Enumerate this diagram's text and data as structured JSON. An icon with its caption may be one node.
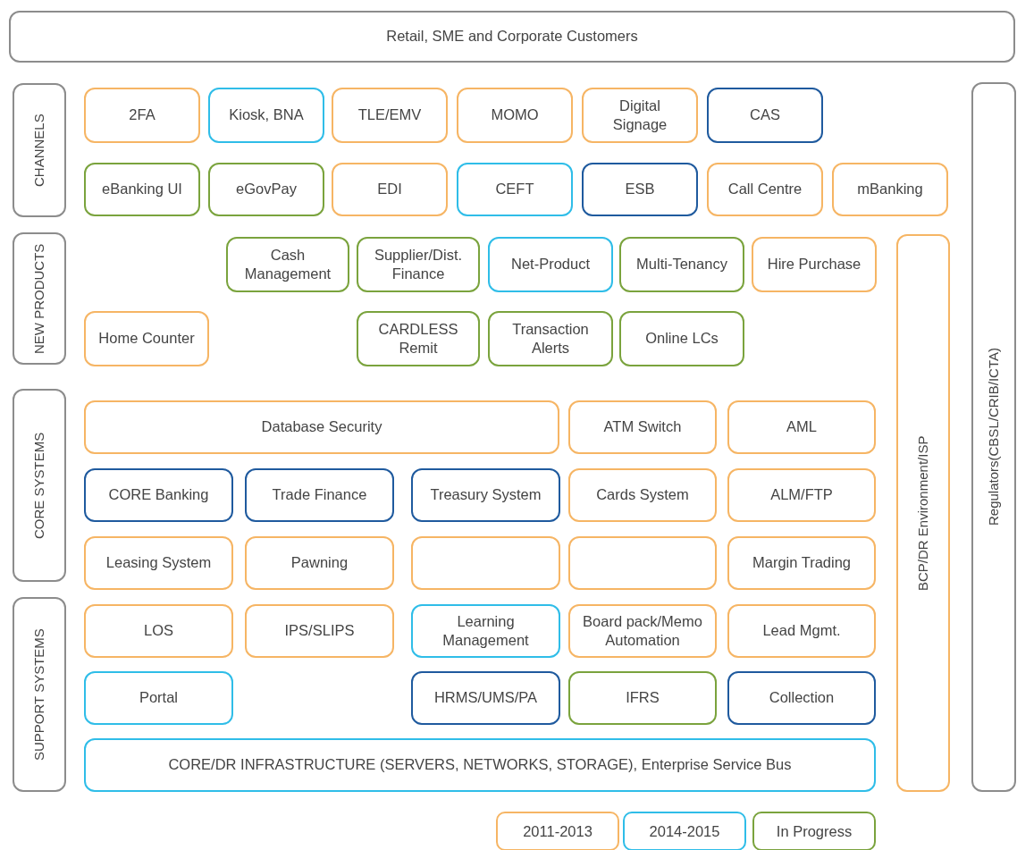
{
  "diagram": {
    "nodes": [
      {
        "text": [
          "Retail, SME and Corporate Customers"
        ]
      },
      {
        "text": [
          "CHANNELS"
        ]
      },
      {
        "text": [
          "2FA"
        ]
      },
      {
        "text": [
          "Kiosk, BNA"
        ]
      },
      {
        "text": [
          "TLE/EMV"
        ]
      },
      {
        "text": [
          "MOMO"
        ]
      },
      {
        "text": [
          "Digital Signage"
        ]
      },
      {
        "text": [
          "CAS"
        ]
      },
      {
        "text": [
          "eBanking UI"
        ]
      },
      {
        "text": [
          "eGovPay"
        ]
      },
      {
        "text": [
          "EDI"
        ]
      },
      {
        "text": [
          "CEFT"
        ]
      },
      {
        "text": [
          "ESB"
        ]
      },
      {
        "text": [
          "Call Centre"
        ]
      },
      {
        "text": [
          "mBanking"
        ]
      },
      {
        "text": [
          "NEW PRODUCTS"
        ]
      },
      {
        "text": [
          "Cash Management"
        ]
      },
      {
        "text": [
          "Supplier/Dist. Finance"
        ]
      },
      {
        "text": [
          "Net-Product"
        ]
      },
      {
        "text": [
          "Multi-Tenancy"
        ]
      },
      {
        "text": [
          "Hire Purchase"
        ]
      },
      {
        "text": [
          "Home Counter"
        ]
      },
      {
        "text": [
          "CARDLESS Remit"
        ]
      },
      {
        "text": [
          "Transaction Alerts"
        ]
      },
      {
        "text": [
          "Online LCs"
        ]
      },
      {
        "text": [
          "CORE SYSTEMS"
        ]
      },
      {
        "text": [
          "Database Security"
        ]
      },
      {
        "text": [
          "ATM Switch"
        ]
      },
      {
        "text": [
          "AML"
        ]
      },
      {
        "text": [
          "CORE Banking"
        ]
      },
      {
        "text": [
          "Trade Finance"
        ]
      },
      {
        "text": [
          "Treasury System"
        ]
      },
      {
        "text": [
          "Cards System"
        ]
      },
      {
        "text": [
          "ALM/FTP"
        ]
      },
      {
        "text": [
          "Leasing System"
        ]
      },
      {
        "text": [
          "Pawning"
        ]
      },
      {
        "text": [],
        "shape": "box"
      },
      {
        "text": [],
        "shape": "box"
      },
      {
        "text": [
          "Margin Trading"
        ]
      },
      {
        "text": [
          "SUPPORT SYSTEMS"
        ]
      },
      {
        "text": [
          "LOS"
        ]
      },
      {
        "text": [
          "IPS/SLIPS"
        ]
      },
      {
        "text": [
          "Learning Management"
        ]
      },
      {
        "text": [
          "Board pack/Memo Automation"
        ]
      },
      {
        "text": [
          "Lead Mgmt."
        ]
      },
      {
        "text": [
          "Portal"
        ]
      },
      {
        "text": [
          "HRMS/UMS/PA"
        ]
      },
      {
        "text": [
          "IFRS"
        ]
      },
      {
        "text": [
          "Collection"
        ]
      },
      {
        "text": [
          "CORE/DR INFRASTRUCTURE (SERVERS, NETWORKS, STORAGE), Enterprise Service Bus"
        ]
      },
      {
        "text": [
          "BCP/DR Environment/ISP"
        ]
      },
      {
        "text": [
          "Regulators(CBSL/CRIB/ICTA)"
        ]
      }
    ],
    "legend": [
      {
        "text": "2011-2013",
        "color": "#f6b564"
      },
      {
        "text": "2014-2015",
        "color": "#2fbde8"
      },
      {
        "text": "In Progress",
        "color": "#7aa33d"
      }
    ]
  }
}
